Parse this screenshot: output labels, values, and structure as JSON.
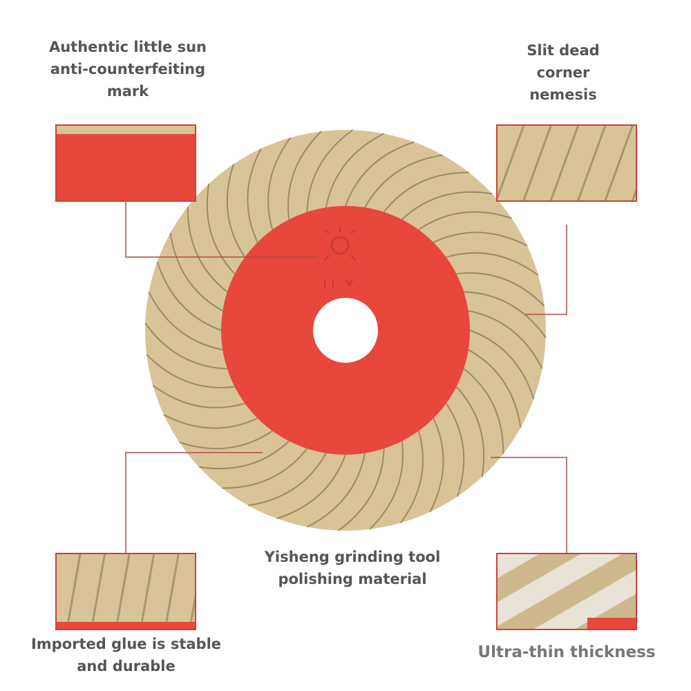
{
  "labels": {
    "top_left": [
      "Authentic little sun",
      "anti-counterfeiting",
      "mark"
    ],
    "top_right": [
      "Slit dead",
      "corner",
      "nemesis"
    ],
    "center": [
      "Yisheng grinding tool",
      "polishing material"
    ],
    "bottom_left": [
      "Imported glue is stable",
      "and durable"
    ],
    "bottom_right": "Ultra-thin thickness"
  },
  "colors": {
    "red": "#e8473c",
    "tan": "#d8c497",
    "line": "#b34a44",
    "text": "#555555"
  },
  "disc": {
    "flap_count": 40
  }
}
